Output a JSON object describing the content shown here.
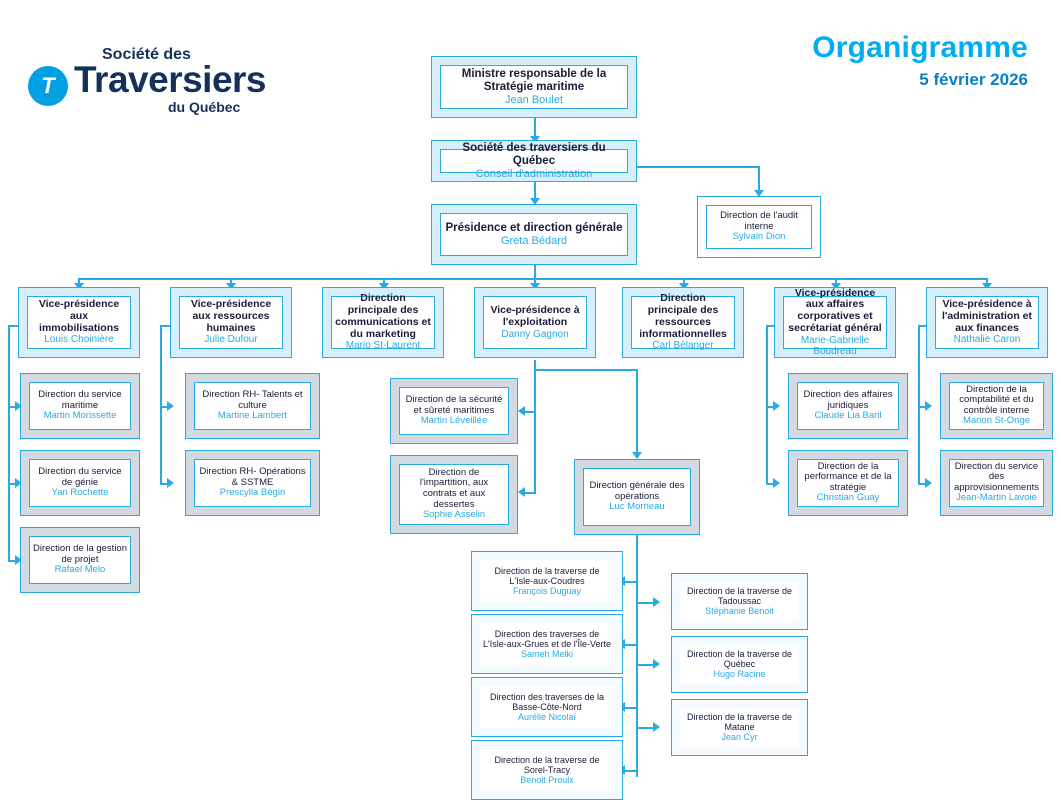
{
  "brand": {
    "logo_line1": "Société des",
    "logo_line2": "Traversiers",
    "logo_line3": "du Québec",
    "logo_mark_letter": "T",
    "accent_color": "#00aeef",
    "dark_color": "#16305c"
  },
  "header": {
    "title": "Organigramme",
    "date": "5 février 2026"
  },
  "nodes": {
    "minister": {
      "title": "Ministre responsable de la Stratégie maritime",
      "name": "Jean Boulet"
    },
    "board": {
      "title": "Société des traversiers du Québec",
      "name": "Conseil d'administration"
    },
    "presidency": {
      "title": "Présidence et direction générale",
      "name": "Greta Bédard"
    },
    "audit": {
      "title": "Direction de l'audit interne",
      "name": "Sylvain Dion"
    },
    "vp_immo": {
      "title": "Vice-présidence aux immobilisations",
      "name": "Louis Choinière"
    },
    "vp_rh": {
      "title": "Vice-présidence aux ressources humaines",
      "name": "Julie Dufour"
    },
    "dp_comm": {
      "title": "Direction principale des communications et du marketing",
      "name": "Mario St-Laurent"
    },
    "vp_exploit": {
      "title": "Vice-présidence à l'exploitation",
      "name": "Danny Gagnon"
    },
    "dp_ri": {
      "title": "Direction principale des ressources informationnelles",
      "name": "Carl Bélanger"
    },
    "vp_affaires": {
      "title": "Vice-présidence aux affaires corporatives et secrétariat général",
      "name": "Marie-Gabrielle Boudreau"
    },
    "vp_admin": {
      "title": "Vice-présidence à l'administration et aux finances",
      "name": "Nathalie Caron"
    },
    "dir_maritime": {
      "title": "Direction du service maritime",
      "name": "Martin Morissette"
    },
    "dir_genie": {
      "title": "Direction du service de génie",
      "name": "Yan Rochette"
    },
    "dir_projet": {
      "title": "Direction de la gestion de projet",
      "name": "Rafael Melo"
    },
    "dir_rh_talents": {
      "title": "Direction RH- Talents et culture",
      "name": "Martine Lambert"
    },
    "dir_rh_ops": {
      "title": "Direction RH- Opérations & SSTME",
      "name": "Prescylla Bégin"
    },
    "dir_securite": {
      "title": "Direction de la sécurité et sûreté maritimes",
      "name": "Martin Léveillée"
    },
    "dir_impart": {
      "title": "Direction de l'impartition, aux contrats et aux dessertes",
      "name": "Sophie Asselin"
    },
    "dir_gen_ops": {
      "title": "Direction générale des opérations",
      "name": "Luc Morneau"
    },
    "dir_juridique": {
      "title": "Direction des affaires juridiques",
      "name": "Claude Lia Baril"
    },
    "dir_perf": {
      "title": "Direction de la performance et de la stratégie",
      "name": "Christian Guay"
    },
    "dir_compta": {
      "title": "Direction de la comptabilité et du contrôle interne",
      "name": "Manon St-Onge"
    },
    "dir_approv": {
      "title": "Direction du service des approvisionnements",
      "name": "Jean-Martin Lavoie"
    },
    "trav_coudres": {
      "title": "Direction de la traverse de L'Isle-aux-Coudres",
      "name": "François Duguay"
    },
    "trav_grues": {
      "title": "Direction des traverses de L'Isle-aux-Grues et de l'Île-Verte",
      "name": "Sameh Melki"
    },
    "trav_bcn": {
      "title": "Direction des traverses de la Basse-Côte-Nord",
      "name": "Aurélie Nicolaï"
    },
    "trav_sorel": {
      "title": "Direction de la traverse de Sorel-Tracy",
      "name": "Benoit Proulx"
    },
    "trav_tadoussac": {
      "title": "Direction de la traverse de Tadoussac",
      "name": "Stéphanie Benoit"
    },
    "trav_quebec": {
      "title": "Direction de la traverse de Québec",
      "name": "Hugo Racine"
    },
    "trav_matane": {
      "title": "Direction de la traverse de Matane",
      "name": "Jean Cyr"
    }
  }
}
